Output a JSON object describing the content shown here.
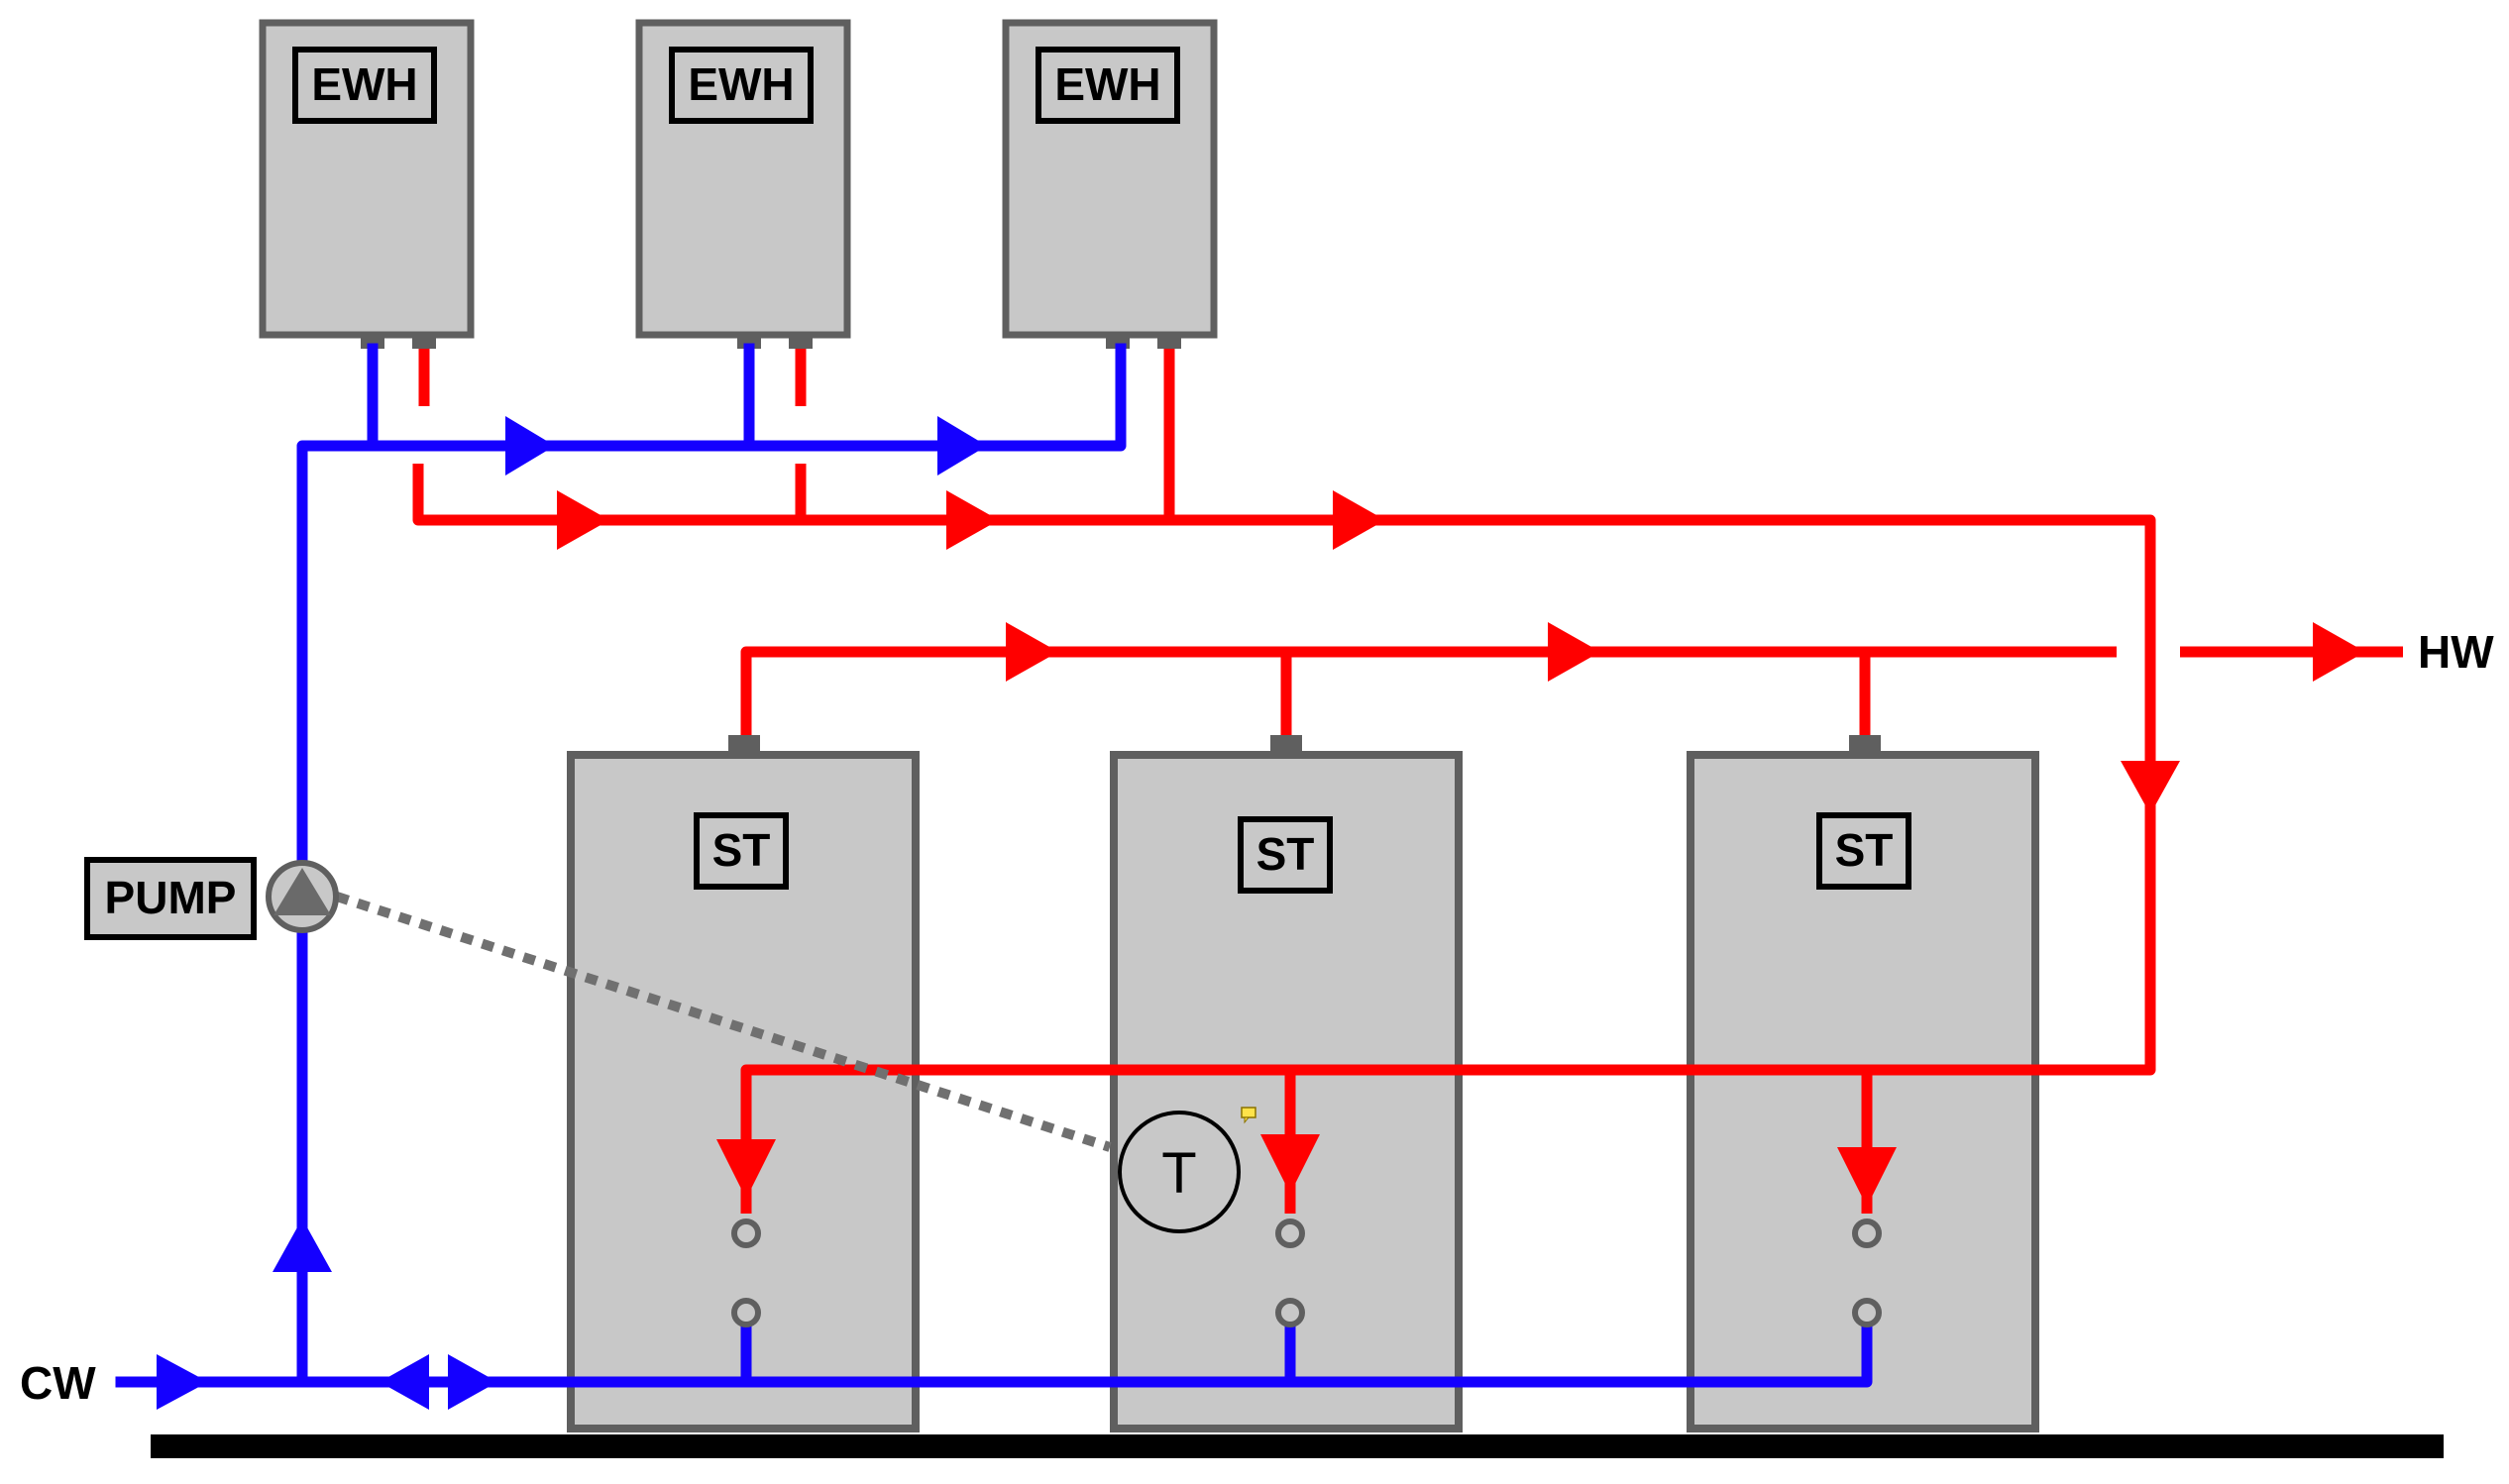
{
  "colors": {
    "cold": "#1400ff",
    "hot": "#ff0000",
    "unit_fill": "#c8c8c8",
    "unit_stroke": "#5f5f5f",
    "control": "#707070",
    "floor": "#000000",
    "note": "#ffe34a"
  },
  "labels": {
    "ewh": "EWH",
    "st": "ST",
    "pump": "PUMP",
    "cw": "CW",
    "hw": "HW",
    "thermostat": "T"
  },
  "icons": {
    "pump": "pump-icon",
    "thermostat": "thermostat-icon",
    "note": "comment-icon"
  }
}
